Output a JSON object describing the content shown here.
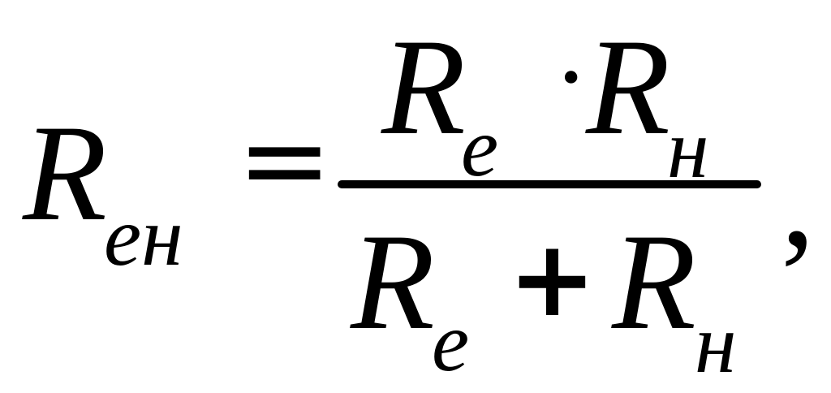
{
  "formula": {
    "lhs": {
      "symbol": "R",
      "subscript": "ен"
    },
    "equals": "=",
    "numerator": {
      "left": {
        "symbol": "R",
        "subscript": "е"
      },
      "operator": "·",
      "right": {
        "symbol": "R",
        "subscript": "н"
      }
    },
    "denominator": {
      "left": {
        "symbol": "R",
        "subscript": "е"
      },
      "operator": "+",
      "right": {
        "symbol": "R",
        "subscript": "н"
      }
    },
    "trailing": ","
  }
}
